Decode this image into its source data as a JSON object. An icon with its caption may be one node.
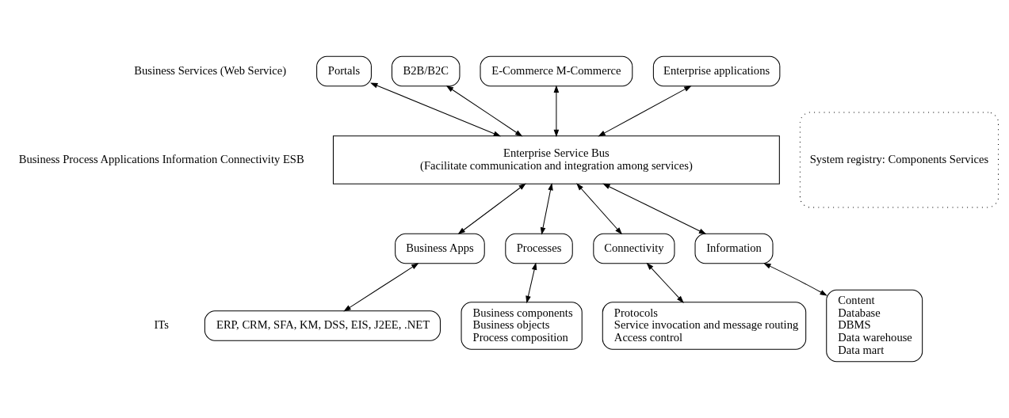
{
  "diagram": {
    "nodes": [
      {
        "text": [
          "Portals"
        ]
      },
      {
        "text": [
          "B2B/B2C"
        ]
      },
      {
        "text": [
          "E-Commerce M-Commerce"
        ]
      },
      {
        "text": [
          "Enterprise applications"
        ]
      },
      {
        "text": [
          "Enterprise Service Bus",
          "(Facilitate communication and integration among services)"
        ]
      },
      {
        "text": [
          "Business Apps"
        ]
      },
      {
        "text": [
          "Processes"
        ]
      },
      {
        "text": [
          "Connectivity"
        ]
      },
      {
        "text": [
          "Information"
        ]
      },
      {
        "text": [
          "ERP, CRM, SFA, KM, DSS, EIS, J2EE, .NET"
        ]
      },
      {
        "text": [
          "Business components",
          "Business objects",
          "Process composition"
        ]
      },
      {
        "text": [
          "Protocols",
          "Service invocation and message routing",
          "Access control"
        ]
      },
      {
        "text": [
          "Content",
          "Database",
          "DBMS",
          "Data warehouse",
          "Data mart"
        ]
      },
      {
        "text": [
          "System registry: Components Services"
        ]
      }
    ],
    "edges": [
      {
        "from": 0,
        "to": 4,
        "arrow": "both"
      },
      {
        "from": 1,
        "to": 4,
        "arrow": "both"
      },
      {
        "from": 2,
        "to": 4,
        "arrow": "both"
      },
      {
        "from": 3,
        "to": 4,
        "arrow": "both"
      },
      {
        "from": 4,
        "to": 5,
        "arrow": "both"
      },
      {
        "from": 4,
        "to": 6,
        "arrow": "both"
      },
      {
        "from": 4,
        "to": 7,
        "arrow": "both"
      },
      {
        "from": 4,
        "to": 8,
        "arrow": "both"
      },
      {
        "from": 5,
        "to": 9,
        "arrow": "both"
      },
      {
        "from": 6,
        "to": 10,
        "arrow": "both"
      },
      {
        "from": 7,
        "to": 11,
        "arrow": "both"
      },
      {
        "from": 8,
        "to": 12,
        "arrow": "both"
      }
    ],
    "labels": [
      "Business Services (Web Service)",
      "Business Process Applications Information Connectivity ESB",
      "ITs"
    ]
  }
}
